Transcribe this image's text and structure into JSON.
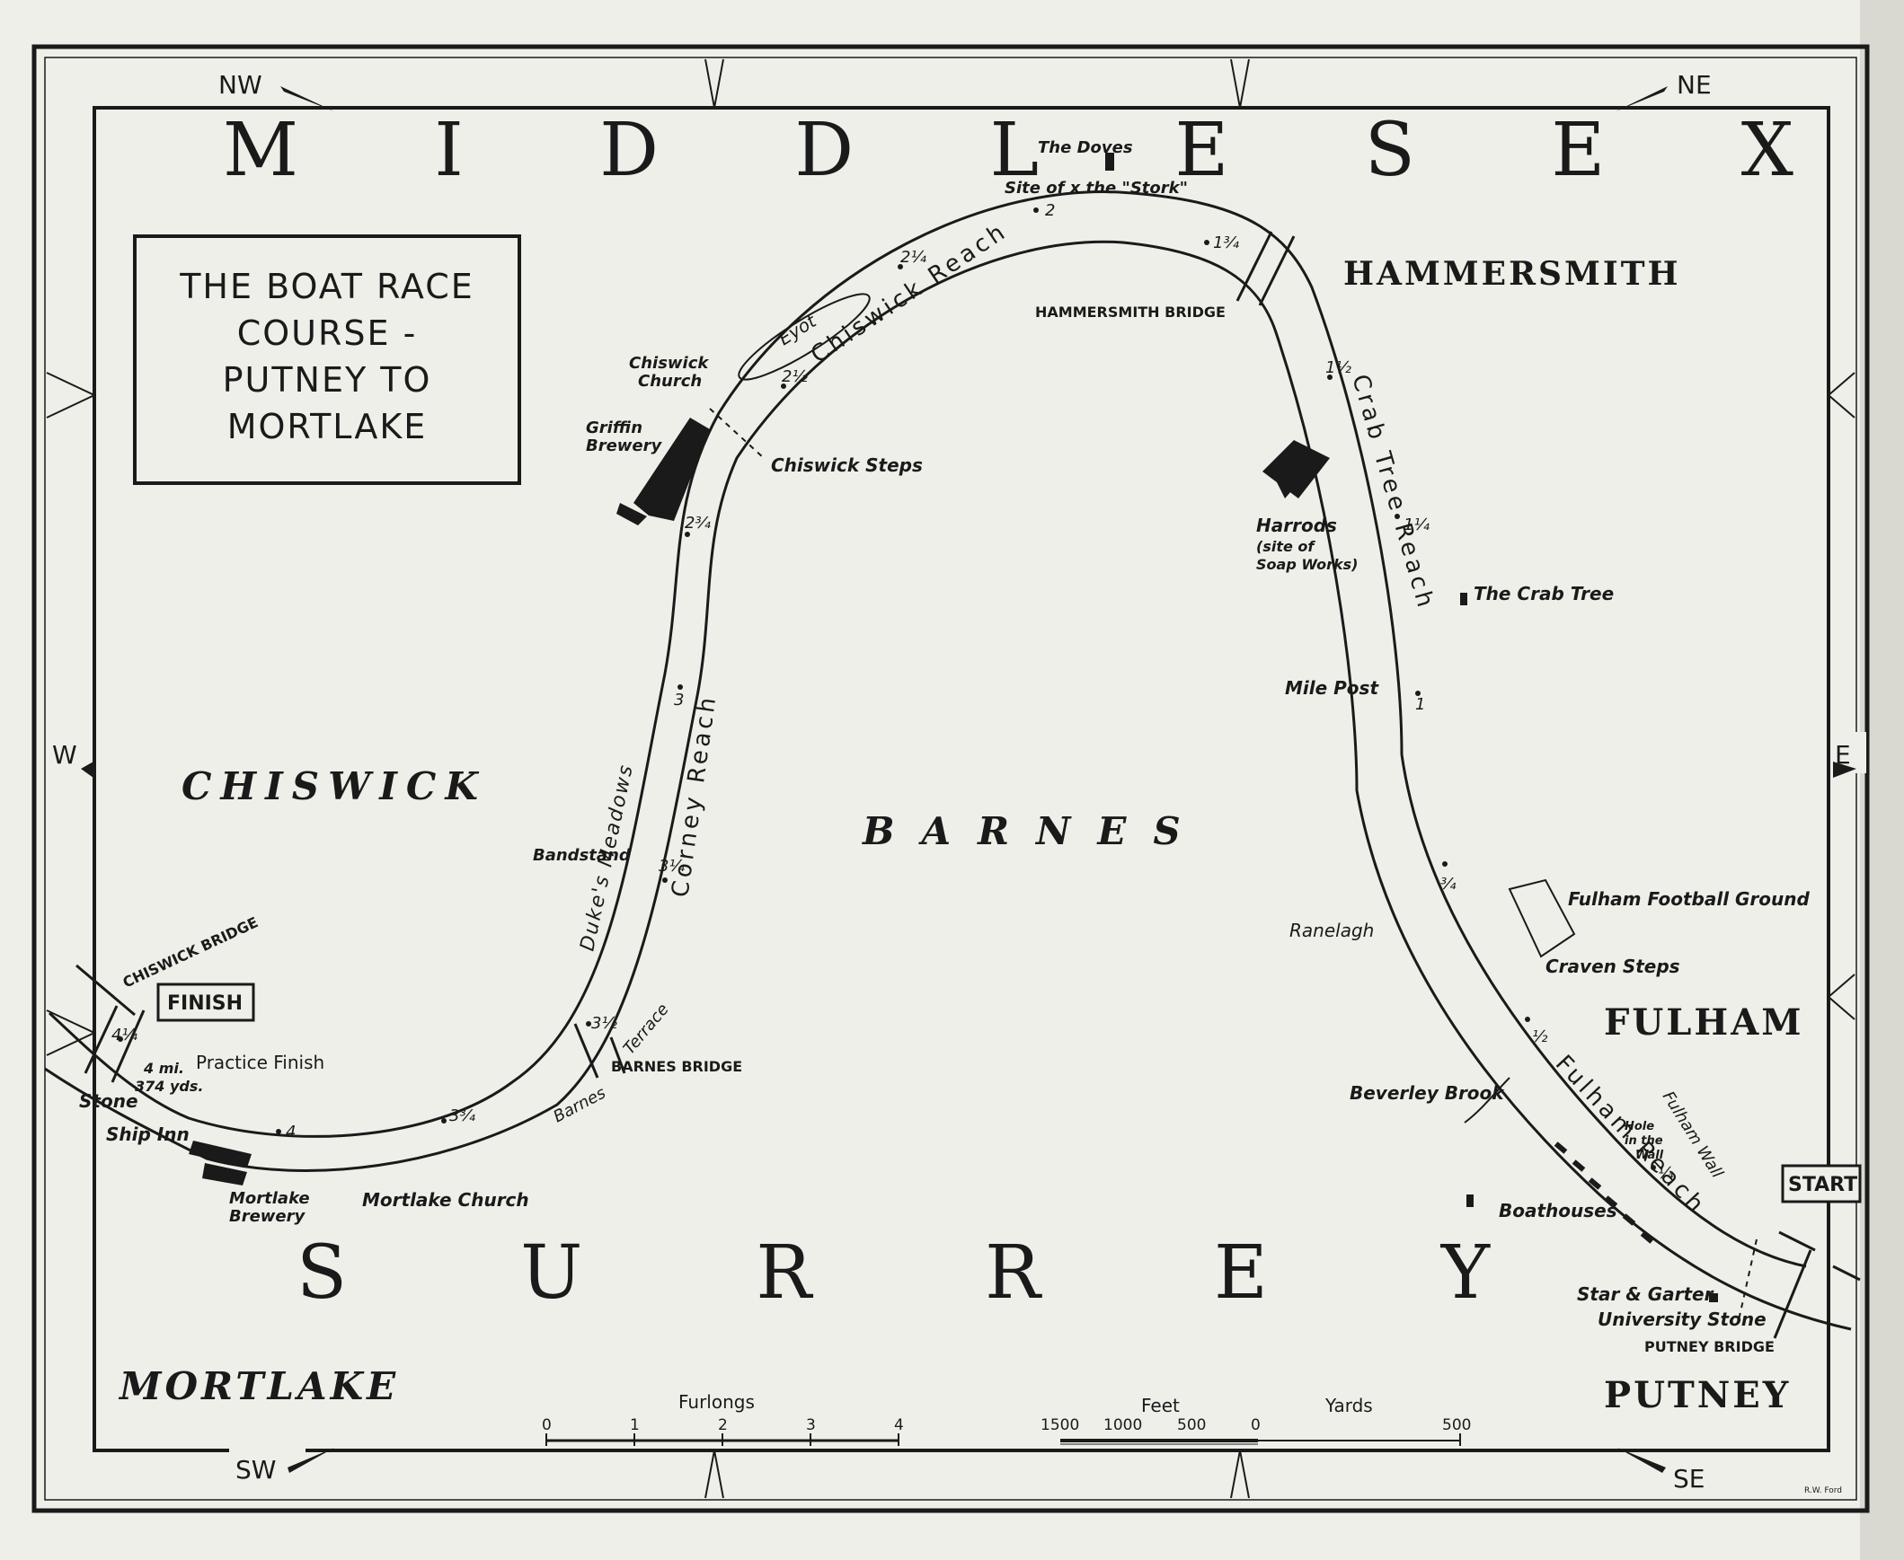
{
  "title_lines": [
    "THE BOAT RACE",
    "COURSE -",
    "PUTNEY TO",
    "MORTLAKE"
  ],
  "counties": {
    "north": "MIDDLESEX",
    "south": "SURREY"
  },
  "districts": {
    "hammersmith": "HAMMERSMITH",
    "chiswick": "CHISWICK",
    "barnes": "BARNES",
    "fulham": "FULHAM",
    "mortlake": "MORTLAKE",
    "putney": "PUTNEY"
  },
  "compass": {
    "nw": "NW",
    "ne": "NE",
    "w": "W",
    "e": "E",
    "sw": "SW",
    "se": "SE"
  },
  "reaches": {
    "chiswick": "Chiswick Reach",
    "crab_tree": "Crab Tree Reach",
    "corney": "Corney Reach",
    "fulham": "Fulham Reach"
  },
  "bridges": {
    "hammersmith": "HAMMERSMITH BRIDGE",
    "chiswick": "CHISWICK BRIDGE",
    "barnes": "BARNES BRIDGE",
    "putney": "PUTNEY BRIDGE"
  },
  "places": {
    "the_doves": "The Doves",
    "stork": "Site of x the \"Stork\"",
    "eyot": "Eyot",
    "chiswick_church_1": "Chiswick",
    "chiswick_church_2": "Church",
    "griffin_1": "Griffin",
    "griffin_2": "Brewery",
    "chiswick_steps": "Chiswick Steps",
    "harrods_1": "Harrods",
    "harrods_2": "(site of",
    "harrods_3": "Soap Works)",
    "crab_tree": "The Crab Tree",
    "mile_post": "Mile Post",
    "dukes_meadows": "Duke's Meadows",
    "bandstand": "Bandstand",
    "fulham_football": "Fulham Football Ground",
    "ranelagh": "Ranelagh",
    "craven_steps": "Craven Steps",
    "practice_finish": "Practice Finish",
    "terrace": "Terrace",
    "barnes_lbl": "Barnes",
    "course_1": "4 mi.",
    "course_2": "374 yds.",
    "stone": "Stone",
    "ship_inn": "Ship Inn",
    "mortlake_brewery_1": "Mortlake",
    "mortlake_brewery_2": "Brewery",
    "mortlake_church": "Mortlake Church",
    "beverley_brook": "Beverley Brook",
    "fulham_wall": "Fulham Wall",
    "hole_1": "Hole",
    "hole_2": "in the",
    "hole_3": "Wall",
    "boathouses": "Boathouses",
    "star_garter": "Star & Garter",
    "university_stone": "University Stone",
    "finish": "FINISH",
    "start": "START"
  },
  "mile_markers": {
    "m2": "2",
    "m1_3_4": "1¾",
    "m2_1_4": "2¼",
    "m2_1_2": "2½",
    "m1_1_2": "1½",
    "m1_1_4": "1¼",
    "m2_3_4": "2¾",
    "m3": "3",
    "m1": "1",
    "m3_1_4": "3¼",
    "m3_4": "¾",
    "m3_1_2": "3½",
    "m1_2": "½",
    "m1_4": "¼",
    "m4_1_4": "4¼",
    "m4": "4",
    "m3_3_4": "3¾"
  },
  "scale": {
    "furlongs_label": "Furlongs",
    "furlongs_ticks": [
      "0",
      "1",
      "2",
      "3",
      "4"
    ],
    "feet_label": "Feet",
    "feet_ticks": [
      "1500",
      "1000",
      "500",
      "0"
    ],
    "yards_label": "Yards",
    "yards_tick": "500"
  },
  "credit": "R.W. Ford"
}
